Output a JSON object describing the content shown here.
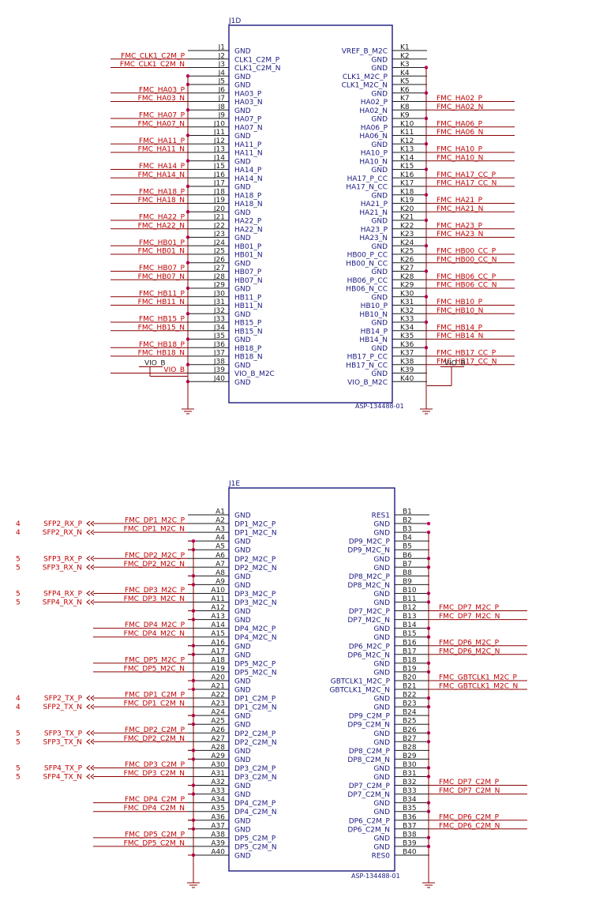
{
  "j1d": {
    "ref": "J1D",
    "part": "ASP-134488-01",
    "left_pins": [
      {
        "num": "J1",
        "name": "GND",
        "net": ""
      },
      {
        "num": "J2",
        "name": "CLK1_C2M_P",
        "net": "FMC_CLK1_C2M_P"
      },
      {
        "num": "J3",
        "name": "CLK1_C2M_N",
        "net": "FMC_CLK1_C2M_N"
      },
      {
        "num": "J4",
        "name": "GND",
        "net": ""
      },
      {
        "num": "J5",
        "name": "GND",
        "net": ""
      },
      {
        "num": "J6",
        "name": "HA03_P",
        "net": "FMC_HA03_P"
      },
      {
        "num": "J7",
        "name": "HA03_N",
        "net": "FMC_HA03_N"
      },
      {
        "num": "J8",
        "name": "GND",
        "net": ""
      },
      {
        "num": "J9",
        "name": "HA07_P",
        "net": "FMC_HA07_P"
      },
      {
        "num": "J10",
        "name": "HA07_N",
        "net": "FMC_HA07_N"
      },
      {
        "num": "J11",
        "name": "GND",
        "net": ""
      },
      {
        "num": "J12",
        "name": "HA11_P",
        "net": "FMC_HA11_P"
      },
      {
        "num": "J13",
        "name": "HA11_N",
        "net": "FMC_HA11_N"
      },
      {
        "num": "J14",
        "name": "GND",
        "net": ""
      },
      {
        "num": "J15",
        "name": "HA14_P",
        "net": "FMC_HA14_P"
      },
      {
        "num": "J16",
        "name": "HA14_N",
        "net": "FMC_HA14_N"
      },
      {
        "num": "J17",
        "name": "GND",
        "net": ""
      },
      {
        "num": "J18",
        "name": "HA18_P",
        "net": "FMC_HA18_P"
      },
      {
        "num": "J19",
        "name": "HA18_N",
        "net": "FMC_HA18_N"
      },
      {
        "num": "J20",
        "name": "GND",
        "net": ""
      },
      {
        "num": "J21",
        "name": "HA22_P",
        "net": "FMC_HA22_P"
      },
      {
        "num": "J22",
        "name": "HA22_N",
        "net": "FMC_HA22_N"
      },
      {
        "num": "J23",
        "name": "GND",
        "net": ""
      },
      {
        "num": "J24",
        "name": "HB01_P",
        "net": "FMC_HB01_P"
      },
      {
        "num": "J25",
        "name": "HB01_N",
        "net": "FMC_HB01_N"
      },
      {
        "num": "J26",
        "name": "GND",
        "net": ""
      },
      {
        "num": "J27",
        "name": "HB07_P",
        "net": "FMC_HB07_P"
      },
      {
        "num": "J28",
        "name": "HB07_N",
        "net": "FMC_HB07_N"
      },
      {
        "num": "J29",
        "name": "GND",
        "net": ""
      },
      {
        "num": "J30",
        "name": "HB11_P",
        "net": "FMC_HB11_P"
      },
      {
        "num": "J31",
        "name": "HB11_N",
        "net": "FMC_HB11_N"
      },
      {
        "num": "J32",
        "name": "GND",
        "net": ""
      },
      {
        "num": "J33",
        "name": "HB15_P",
        "net": "FMC_HB15_P"
      },
      {
        "num": "J34",
        "name": "HB15_N",
        "net": "FMC_HB15_N"
      },
      {
        "num": "J35",
        "name": "GND",
        "net": ""
      },
      {
        "num": "J36",
        "name": "HB18_P",
        "net": "FMC_HB18_P"
      },
      {
        "num": "J37",
        "name": "HB18_N",
        "net": "FMC_HB18_N"
      },
      {
        "num": "J38",
        "name": "GND",
        "net": ""
      },
      {
        "num": "J39",
        "name": "VIO_B_M2C",
        "net": "VIO_B"
      },
      {
        "num": "J40",
        "name": "GND",
        "net": ""
      }
    ],
    "right_pins": [
      {
        "num": "K1",
        "name": "VREF_B_M2C",
        "net": ""
      },
      {
        "num": "K2",
        "name": "GND",
        "net": ""
      },
      {
        "num": "K3",
        "name": "GND",
        "net": ""
      },
      {
        "num": "K4",
        "name": "CLK1_M2C_P",
        "net": ""
      },
      {
        "num": "K5",
        "name": "CLK1_M2C_N",
        "net": ""
      },
      {
        "num": "K6",
        "name": "GND",
        "net": ""
      },
      {
        "num": "K7",
        "name": "HA02_P",
        "net": "FMC_HA02_P"
      },
      {
        "num": "K8",
        "name": "HA02_N",
        "net": "FMC_HA02_N"
      },
      {
        "num": "K9",
        "name": "GND",
        "net": ""
      },
      {
        "num": "K10",
        "name": "HA06_P",
        "net": "FMC_HA06_P"
      },
      {
        "num": "K11",
        "name": "HA06_N",
        "net": "FMC_HA06_N"
      },
      {
        "num": "K12",
        "name": "GND",
        "net": ""
      },
      {
        "num": "K13",
        "name": "HA10_P",
        "net": "FMC_HA10_P"
      },
      {
        "num": "K14",
        "name": "HA10_N",
        "net": "FMC_HA10_N"
      },
      {
        "num": "K15",
        "name": "GND",
        "net": ""
      },
      {
        "num": "K16",
        "name": "HA17_P_CC",
        "net": "FMC_HA17_CC_P"
      },
      {
        "num": "K17",
        "name": "HA17_N_CC",
        "net": "FMC_HA17_CC_N"
      },
      {
        "num": "K18",
        "name": "GND",
        "net": ""
      },
      {
        "num": "K19",
        "name": "HA21_P",
        "net": "FMC_HA21_P"
      },
      {
        "num": "K20",
        "name": "HA21_N",
        "net": "FMC_HA21_N"
      },
      {
        "num": "K21",
        "name": "GND",
        "net": ""
      },
      {
        "num": "K22",
        "name": "HA23_P",
        "net": "FMC_HA23_P"
      },
      {
        "num": "K23",
        "name": "HA23_N",
        "net": "FMC_HA23_N"
      },
      {
        "num": "K24",
        "name": "GND",
        "net": ""
      },
      {
        "num": "K25",
        "name": "HB00_P_CC",
        "net": "FMC_HB00_CC_P"
      },
      {
        "num": "K26",
        "name": "HB00_N_CC",
        "net": "FMC_HB00_CC_N"
      },
      {
        "num": "K27",
        "name": "GND",
        "net": ""
      },
      {
        "num": "K28",
        "name": "HB06_P_CC",
        "net": "FMC_HB06_CC_P"
      },
      {
        "num": "K29",
        "name": "HB06_N_CC",
        "net": "FMC_HB06_CC_N"
      },
      {
        "num": "K30",
        "name": "GND",
        "net": ""
      },
      {
        "num": "K31",
        "name": "HB10_P",
        "net": "FMC_HB10_P"
      },
      {
        "num": "K32",
        "name": "HB10_N",
        "net": "FMC_HB10_N"
      },
      {
        "num": "K33",
        "name": "GND",
        "net": ""
      },
      {
        "num": "K34",
        "name": "HB14_P",
        "net": "FMC_HB14_P"
      },
      {
        "num": "K35",
        "name": "HB14_N",
        "net": "FMC_HB14_N"
      },
      {
        "num": "K36",
        "name": "GND",
        "net": ""
      },
      {
        "num": "K37",
        "name": "HB17_P_CC",
        "net": "FMC_HB17_CC_P"
      },
      {
        "num": "K38",
        "name": "HB17_N_CC",
        "net": "FMC_HB17_CC_N"
      },
      {
        "num": "K39",
        "name": "GND",
        "net": "VIO_B"
      },
      {
        "num": "K40",
        "name": "VIO_B_M2C",
        "net": ""
      }
    ]
  },
  "j1e": {
    "ref": "J1E",
    "part": "ASP-134488-01",
    "left_pins": [
      {
        "num": "A1",
        "name": "GND",
        "net": "",
        "ext": "",
        "page": ""
      },
      {
        "num": "A2",
        "name": "DP1_M2C_P",
        "net": "FMC_DP1_M2C_P",
        "ext": "SFP2_RX_P",
        "page": "4"
      },
      {
        "num": "A3",
        "name": "DP1_M2C_N",
        "net": "FMC_DP1_M2C_N",
        "ext": "SFP2_RX_N",
        "page": "4"
      },
      {
        "num": "A4",
        "name": "GND",
        "net": "",
        "ext": "",
        "page": ""
      },
      {
        "num": "A5",
        "name": "GND",
        "net": "",
        "ext": "",
        "page": ""
      },
      {
        "num": "A6",
        "name": "DP2_M2C_P",
        "net": "FMC_DP2_M2C_P",
        "ext": "SFP3_RX_P",
        "page": "5"
      },
      {
        "num": "A7",
        "name": "DP2_M2C_N",
        "net": "FMC_DP2_M2C_N",
        "ext": "SFP3_RX_N",
        "page": "5"
      },
      {
        "num": "A8",
        "name": "GND",
        "net": "",
        "ext": "",
        "page": ""
      },
      {
        "num": "A9",
        "name": "GND",
        "net": "",
        "ext": "",
        "page": ""
      },
      {
        "num": "A10",
        "name": "DP3_M2C_P",
        "net": "FMC_DP3_M2C_P",
        "ext": "SFP4_RX_P",
        "page": "5"
      },
      {
        "num": "A11",
        "name": "DP3_M2C_N",
        "net": "FMC_DP3_M2C_N",
        "ext": "SFP4_RX_N",
        "page": "5"
      },
      {
        "num": "A12",
        "name": "GND",
        "net": "",
        "ext": "",
        "page": ""
      },
      {
        "num": "A13",
        "name": "GND",
        "net": "",
        "ext": "",
        "page": ""
      },
      {
        "num": "A14",
        "name": "DP4_M2C_P",
        "net": "FMC_DP4_M2C_P",
        "ext": "",
        "page": ""
      },
      {
        "num": "A15",
        "name": "DP4_M2C_N",
        "net": "FMC_DP4_M2C_N",
        "ext": "",
        "page": ""
      },
      {
        "num": "A16",
        "name": "GND",
        "net": "",
        "ext": "",
        "page": ""
      },
      {
        "num": "A17",
        "name": "GND",
        "net": "",
        "ext": "",
        "page": ""
      },
      {
        "num": "A18",
        "name": "DP5_M2C_P",
        "net": "FMC_DP5_M2C_P",
        "ext": "",
        "page": ""
      },
      {
        "num": "A19",
        "name": "DP5_M2C_N",
        "net": "FMC_DP5_M2C_N",
        "ext": "",
        "page": ""
      },
      {
        "num": "A20",
        "name": "GND",
        "net": "",
        "ext": "",
        "page": ""
      },
      {
        "num": "A21",
        "name": "GND",
        "net": "",
        "ext": "",
        "page": ""
      },
      {
        "num": "A22",
        "name": "DP1_C2M_P",
        "net": "FMC_DP1_C2M_P",
        "ext": "SFP2_TX_P",
        "page": "4"
      },
      {
        "num": "A23",
        "name": "DP1_C2M_N",
        "net": "FMC_DP1_C2M_N",
        "ext": "SFP2_TX_N",
        "page": "4"
      },
      {
        "num": "A24",
        "name": "GND",
        "net": "",
        "ext": "",
        "page": ""
      },
      {
        "num": "A25",
        "name": "GND",
        "net": "",
        "ext": "",
        "page": ""
      },
      {
        "num": "A26",
        "name": "DP2_C2M_P",
        "net": "FMC_DP2_C2M_P",
        "ext": "SFP3_TX_P",
        "page": "5"
      },
      {
        "num": "A27",
        "name": "DP2_C2M_N",
        "net": "FMC_DP2_C2M_N",
        "ext": "SFP3_TX_N",
        "page": "5"
      },
      {
        "num": "A28",
        "name": "GND",
        "net": "",
        "ext": "",
        "page": ""
      },
      {
        "num": "A29",
        "name": "GND",
        "net": "",
        "ext": "",
        "page": ""
      },
      {
        "num": "A30",
        "name": "DP3_C2M_P",
        "net": "FMC_DP3_C2M_P",
        "ext": "SFP4_TX_P",
        "page": "5"
      },
      {
        "num": "A31",
        "name": "DP3_C2M_N",
        "net": "FMC_DP3_C2M_N",
        "ext": "SFP4_TX_N",
        "page": "5"
      },
      {
        "num": "A32",
        "name": "GND",
        "net": "",
        "ext": "",
        "page": ""
      },
      {
        "num": "A33",
        "name": "GND",
        "net": "",
        "ext": "",
        "page": ""
      },
      {
        "num": "A34",
        "name": "DP4_C2M_P",
        "net": "FMC_DP4_C2M_P",
        "ext": "",
        "page": ""
      },
      {
        "num": "A35",
        "name": "DP4_C2M_N",
        "net": "FMC_DP4_C2M_N",
        "ext": "",
        "page": ""
      },
      {
        "num": "A36",
        "name": "GND",
        "net": "",
        "ext": "",
        "page": ""
      },
      {
        "num": "A37",
        "name": "GND",
        "net": "",
        "ext": "",
        "page": ""
      },
      {
        "num": "A38",
        "name": "DP5_C2M_P",
        "net": "FMC_DP5_C2M_P",
        "ext": "",
        "page": ""
      },
      {
        "num": "A39",
        "name": "DP5_C2M_N",
        "net": "FMC_DP5_C2M_N",
        "ext": "",
        "page": ""
      },
      {
        "num": "A40",
        "name": "GND",
        "net": "",
        "ext": "",
        "page": ""
      }
    ],
    "right_pins": [
      {
        "num": "B1",
        "name": "RES1",
        "net": ""
      },
      {
        "num": "B2",
        "name": "GND",
        "net": ""
      },
      {
        "num": "B3",
        "name": "GND",
        "net": ""
      },
      {
        "num": "B4",
        "name": "DP9_M2C_P",
        "net": ""
      },
      {
        "num": "B5",
        "name": "DP9_M2C_N",
        "net": ""
      },
      {
        "num": "B6",
        "name": "GND",
        "net": ""
      },
      {
        "num": "B7",
        "name": "GND",
        "net": ""
      },
      {
        "num": "B8",
        "name": "DP8_M2C_P",
        "net": ""
      },
      {
        "num": "B9",
        "name": "DP8_M2C_N",
        "net": ""
      },
      {
        "num": "B10",
        "name": "GND",
        "net": ""
      },
      {
        "num": "B11",
        "name": "GND",
        "net": ""
      },
      {
        "num": "B12",
        "name": "DP7_M2C_P",
        "net": "FMC_DP7_M2C_P"
      },
      {
        "num": "B13",
        "name": "DP7_M2C_N",
        "net": "FMC_DP7_M2C_N"
      },
      {
        "num": "B14",
        "name": "GND",
        "net": ""
      },
      {
        "num": "B15",
        "name": "GND",
        "net": ""
      },
      {
        "num": "B16",
        "name": "DP6_M2C_P",
        "net": "FMC_DP6_M2C_P"
      },
      {
        "num": "B17",
        "name": "DP6_M2C_N",
        "net": "FMC_DP6_M2C_N"
      },
      {
        "num": "B18",
        "name": "GND",
        "net": ""
      },
      {
        "num": "B19",
        "name": "GND",
        "net": ""
      },
      {
        "num": "B20",
        "name": "GBTCLK1_M2C_P",
        "net": "FMC_GBTCLK1_M2C_P"
      },
      {
        "num": "B21",
        "name": "GBTCLK1_M2C_N",
        "net": "FMC_GBTCLK1_M2C_N"
      },
      {
        "num": "B22",
        "name": "GND",
        "net": ""
      },
      {
        "num": "B23",
        "name": "GND",
        "net": ""
      },
      {
        "num": "B24",
        "name": "DP9_C2M_P",
        "net": ""
      },
      {
        "num": "B25",
        "name": "DP9_C2M_N",
        "net": ""
      },
      {
        "num": "B26",
        "name": "GND",
        "net": ""
      },
      {
        "num": "B27",
        "name": "GND",
        "net": ""
      },
      {
        "num": "B28",
        "name": "DP8_C2M_P",
        "net": ""
      },
      {
        "num": "B29",
        "name": "DP8_C2M_N",
        "net": ""
      },
      {
        "num": "B30",
        "name": "GND",
        "net": ""
      },
      {
        "num": "B31",
        "name": "GND",
        "net": ""
      },
      {
        "num": "B32",
        "name": "DP7_C2M_P",
        "net": "FMC_DP7_C2M_P"
      },
      {
        "num": "B33",
        "name": "DP7_C2M_N",
        "net": "FMC_DP7_C2M_N"
      },
      {
        "num": "B34",
        "name": "GND",
        "net": ""
      },
      {
        "num": "B35",
        "name": "GND",
        "net": ""
      },
      {
        "num": "B36",
        "name": "DP6_C2M_P",
        "net": "FMC_DP6_C2M_P"
      },
      {
        "num": "B37",
        "name": "DP6_C2M_N",
        "net": "FMC_DP6_C2M_N"
      },
      {
        "num": "B38",
        "name": "GND",
        "net": ""
      },
      {
        "num": "B39",
        "name": "GND",
        "net": ""
      },
      {
        "num": "B40",
        "name": "RES0",
        "net": ""
      }
    ]
  },
  "colors": {
    "wire": "#8b0000",
    "net_label": "#c00000",
    "pin_label": "#1a1a80",
    "junction": "#c80064",
    "box": "#1a1a80"
  }
}
